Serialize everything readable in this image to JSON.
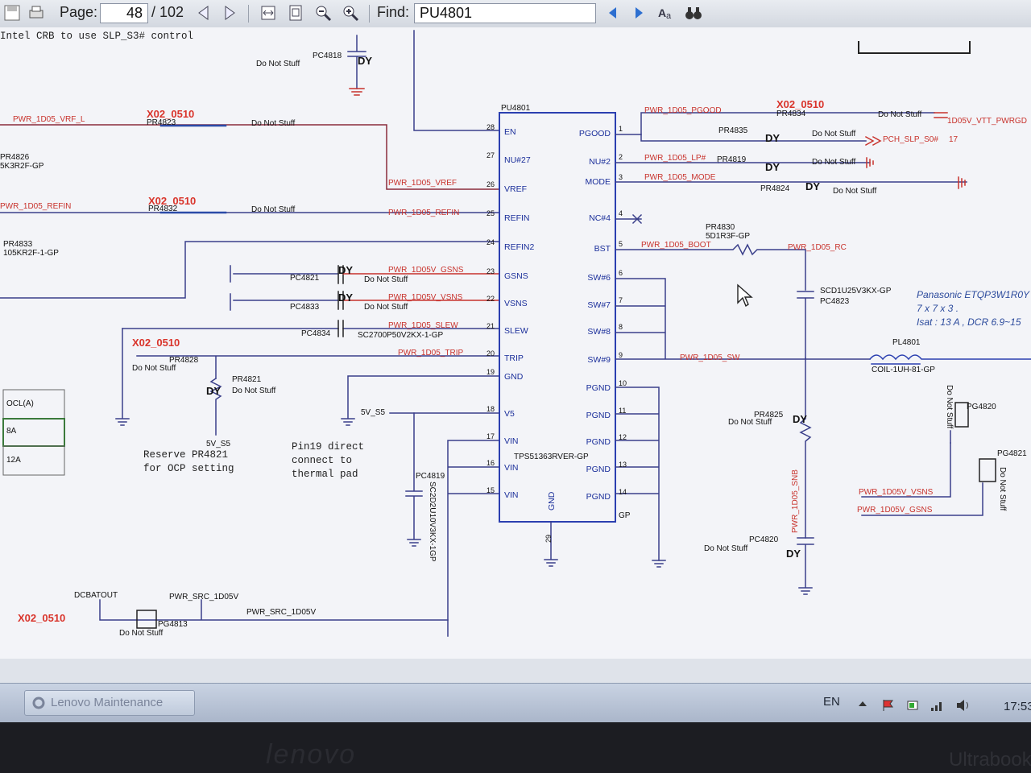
{
  "toolbar": {
    "page_label": "Page:",
    "page_value": "48",
    "page_total": "/ 102",
    "find_label": "Find:",
    "find_value": "PU4801"
  },
  "document": {
    "top_note": "Intel CRB to use SLP_S3# control",
    "ic": {
      "ref": "PU4801",
      "part": "TPS51363RVER-GP",
      "pins_left": [
        {
          "num": "28",
          "name": "EN"
        },
        {
          "num": "27",
          "name": "NU#27"
        },
        {
          "num": "26",
          "name": "VREF"
        },
        {
          "num": "25",
          "name": "REFIN"
        },
        {
          "num": "24",
          "name": "REFIN2"
        },
        {
          "num": "23",
          "name": "GSNS"
        },
        {
          "num": "22",
          "name": "VSNS"
        },
        {
          "num": "21",
          "name": "SLEW"
        },
        {
          "num": "20",
          "name": "TRIP"
        },
        {
          "num": "19",
          "name": "GND"
        },
        {
          "num": "18",
          "name": "V5"
        },
        {
          "num": "17",
          "name": "VIN"
        },
        {
          "num": "16",
          "name": "VIN"
        },
        {
          "num": "15",
          "name": "VIN"
        }
      ],
      "pins_right": [
        {
          "num": "1",
          "name": "PGOOD"
        },
        {
          "num": "2",
          "name": "NU#2"
        },
        {
          "num": "3",
          "name": "MODE"
        },
        {
          "num": "4",
          "name": "NC#4"
        },
        {
          "num": "5",
          "name": "BST"
        },
        {
          "num": "6",
          "name": "SW#6"
        },
        {
          "num": "7",
          "name": "SW#7"
        },
        {
          "num": "8",
          "name": "SW#8"
        },
        {
          "num": "9",
          "name": "SW#9"
        },
        {
          "num": "10",
          "name": "PGND"
        },
        {
          "num": "11",
          "name": "PGND"
        },
        {
          "num": "12",
          "name": "PGND"
        },
        {
          "num": "13",
          "name": "PGND"
        },
        {
          "num": "14",
          "name": "PGND"
        }
      ],
      "bottom_pin_num": "29",
      "bottom_pin_name": "GND"
    },
    "nets": {
      "pgood": "PWR_1D05_PGOOD",
      "lp": "PWR_1D05_LP#",
      "mode": "PWR_1D05_MODE",
      "boot": "PWR_1D05_BOOT",
      "rc": "PWR_1D05_RC",
      "sw": "PWR_1D05_SW",
      "vref": "PWR_1D05_VREF",
      "refin": "PWR_1D05_REFIN",
      "gsns": "PWR_1D05V_GSNS",
      "vsns": "PWR_1D05V_VSNS",
      "slew": "PWR_1D05_SLEW",
      "trip": "PWR_1D05_TRIP",
      "vrf_l": "PWR_1D05_VRF_L",
      "refin_l": "PWR_1D05_REFIN",
      "snb": "PWR_1D05_SNB",
      "vtt": "1D05V_VTT_PWRGD",
      "slp": "PCH_SLP_S0#",
      "slp_page": "17",
      "v5": "5V_S5",
      "v5b": "5V_S5",
      "vsns_r": "PWR_1D05V_VSNS",
      "gsns_r": "PWR_1D05V_GSNS",
      "dcbat": "DCBATOUT",
      "src1": "PWR_SRC_1D05V",
      "src2": "PWR_SRC_1D05V"
    },
    "parts": {
      "pc4818": "PC4818",
      "pr4823": "PR4823",
      "pr4832": "PR4832",
      "pr4826": "PR4826",
      "pr4826_val": "5K3R2F-GP",
      "pr4833": "PR4833",
      "pr4833_val": "105KR2F-1-GP",
      "pc4821": "PC4821",
      "pc4833": "PC4833",
      "pc4834": "PC4834",
      "pc4834_val": "SC2700P50V2KX-1-GP",
      "pr4828": "PR4828",
      "pr4821": "PR4821",
      "pc4819": "PC4819",
      "pc4819_val": "SC2D2U10V3KX-1GP",
      "pr4834": "PR4834",
      "pr4835": "PR4835",
      "pr4819": "PR4819",
      "pr4824": "PR4824",
      "pr4830": "PR4830",
      "pr4830_val": "5D1R3F-GP",
      "pc4823": "PC4823",
      "pc4823_val": "SCD1U25V3KX-GP",
      "pl4801": "PL4801",
      "pl4801_val": "COIL-1UH-81-GP",
      "pr4825": "PR4825",
      "pc4820": "PC4820",
      "pg4820": "PG4820",
      "pg4821": "PG4821",
      "pg4813": "PG4813"
    },
    "dns": "Do Not Stuff",
    "dy": "DY",
    "rev": "X02_0510",
    "gp": "GP",
    "notes": {
      "reserve": "Reserve PR4821",
      "ocp": "for OCP setting",
      "pin19a": "Pin19 direct",
      "pin19b": "connect to",
      "pin19c": "thermal pad"
    },
    "inductor_note": {
      "line1": "Panasonic ETQP3W1R0Y",
      "line2": "7 x 7 x 3 .",
      "line3": "Isat : 13 A , DCR 6.9~15"
    },
    "ocl_table": [
      "OCL(A)",
      "8A",
      "12A"
    ],
    "pin_labels": [
      "1",
      "2"
    ]
  },
  "taskbar": {
    "app_button": "Lenovo Maintenance",
    "language": "EN",
    "clock": "17:53"
  },
  "bezel": {
    "brand": "lenovo",
    "sticker": "Ultrabook"
  }
}
